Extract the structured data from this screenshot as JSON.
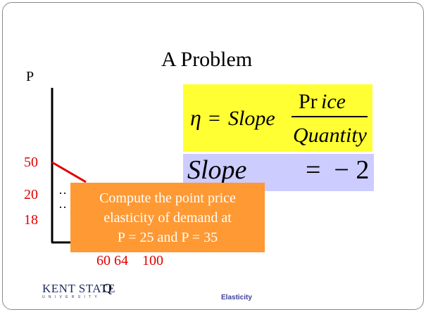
{
  "slide": {
    "title": "A Problem",
    "axis_price_label": "P",
    "axis_quantity_label": "Q",
    "price_ticks": [
      "50",
      "20",
      "18"
    ],
    "quantity_ticks_text": "60 64    100",
    "formula": {
      "eta": "η",
      "equals": "=",
      "slope_word": "Slope",
      "numerator_upright": "Pr",
      "numerator_italic": "ice",
      "denominator": "Quantity"
    },
    "slope_line": {
      "label": "Slope",
      "value": "=  − 2"
    },
    "callout_lines": [
      "Compute the point price",
      "elasticity of demand at",
      "P = 25 and P = 35"
    ],
    "footer": {
      "logo_text": "KENT STATE",
      "logo_subtext": "UNIVERSITY",
      "label": "Elasticity"
    }
  },
  "colors": {
    "formula_box": "#ffff33",
    "slope_box": "#ccccff",
    "callout": "#ff9933",
    "demand_line": "#e00000",
    "axis": "#000000",
    "footer_label": "#3d3d99"
  }
}
